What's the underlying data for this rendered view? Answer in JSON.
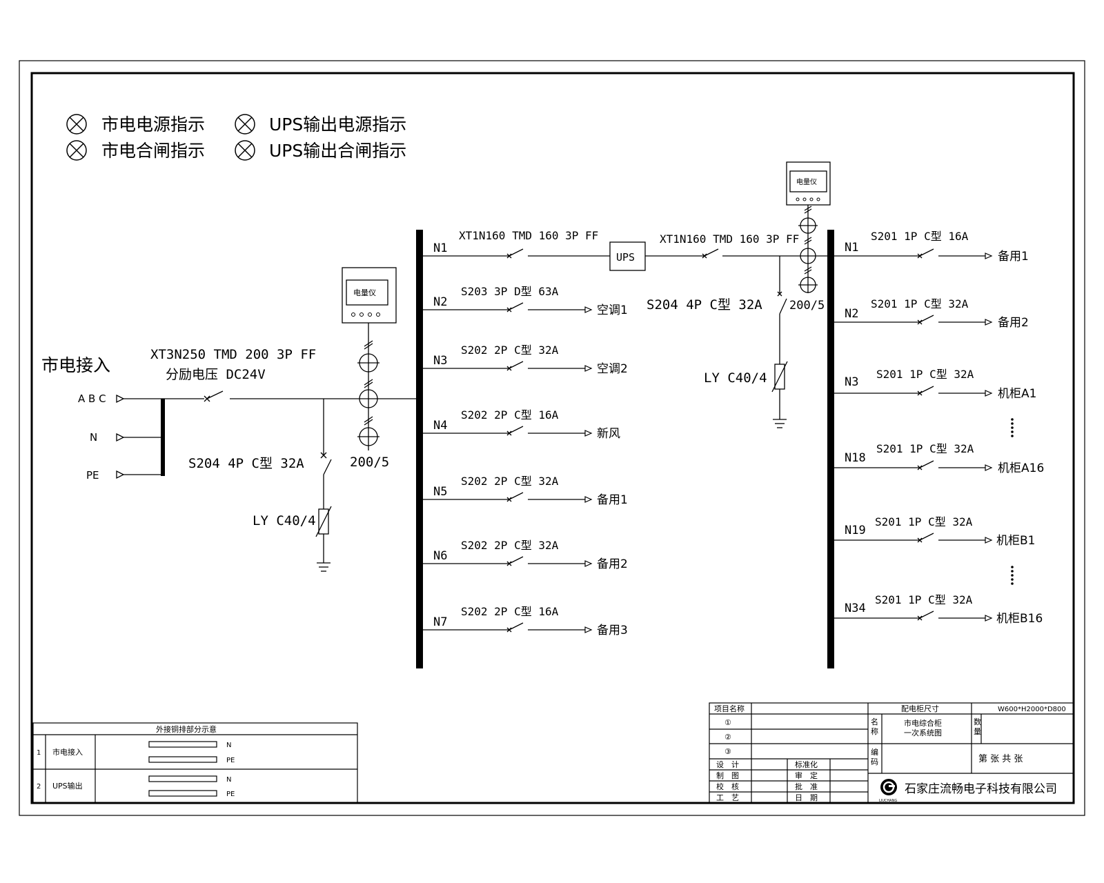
{
  "legend": {
    "items": [
      "市电电源指示",
      "UPS输出电源指示",
      "市电合闸指示",
      "UPS输出合闸指示"
    ]
  },
  "incoming": {
    "title": "市电接入",
    "phase_labels": [
      "A B C",
      "N",
      "PE"
    ],
    "main_breaker": "XT3N250 TMD 200 3P FF",
    "shunt_trip": "分励电压 DC24V",
    "spd_breaker": "S204 4P C型 32A",
    "ct_ratio": "200/5",
    "spd": "LY C40/4",
    "meter": "电量仪"
  },
  "left_feeders": [
    {
      "id": "N1",
      "breaker": "XT1N160 TMD 160 3P FF",
      "load": ""
    },
    {
      "id": "N2",
      "breaker": "S203 3P D型 63A",
      "load": "空调1"
    },
    {
      "id": "N3",
      "breaker": "S202 2P C型 32A",
      "load": "空调2"
    },
    {
      "id": "N4",
      "breaker": "S202 2P C型 16A",
      "load": "新风"
    },
    {
      "id": "N5",
      "breaker": "S202 2P C型 32A",
      "load": "备用1"
    },
    {
      "id": "N6",
      "breaker": "S202 2P C型 32A",
      "load": "备用2"
    },
    {
      "id": "N7",
      "breaker": "S202 2P C型 16A",
      "load": "备用3"
    }
  ],
  "ups": {
    "label": "UPS",
    "output_breaker": "XT1N160 TMD 160 3P FF",
    "spd_breaker": "S204 4P C型 32A",
    "ct_ratio": "200/5",
    "spd": "LY C40/4",
    "meter": "电量仪"
  },
  "right_feeders": [
    {
      "id": "N1",
      "breaker": "S201 1P C型 16A",
      "load": "备用1"
    },
    {
      "id": "N2",
      "breaker": "S201 1P C型 32A",
      "load": "备用2"
    },
    {
      "id": "N3",
      "breaker": "S201 1P C型 32A",
      "load": "机柜A1"
    },
    {
      "id": "N18",
      "breaker": "S201 1P C型 32A",
      "load": "机柜A16"
    },
    {
      "id": "N19",
      "breaker": "S201 1P C型 32A",
      "load": "机柜B1"
    },
    {
      "id": "N34",
      "breaker": "S201 1P C型 32A",
      "load": "机柜B16"
    }
  ],
  "busbar_table": {
    "title": "外接铜排部分示意",
    "rows": [
      {
        "no": "1",
        "name": "市电接入",
        "bars": [
          "N",
          "PE"
        ]
      },
      {
        "no": "2",
        "name": "UPS输出",
        "bars": [
          "N",
          "PE"
        ]
      }
    ]
  },
  "title_block": {
    "project_label": "项目名称",
    "project_rows": [
      "①",
      "②",
      "③"
    ],
    "size_label": "配电柜尺寸",
    "size_value": "W600*H2000*D800",
    "name_label": "名称",
    "name_value_1": "市电综合柜",
    "name_value_2": "一次系统图",
    "qty_label": "数量",
    "code_label": "编码",
    "sheet_text": "第    张 共    张",
    "roles_left": [
      "设　计",
      "制　图",
      "校　核",
      "工　艺"
    ],
    "roles_right": [
      "标准化",
      "审　定",
      "批　准",
      "日　期"
    ],
    "company": "石家庄流畅电子科技有限公司",
    "logo_caption": "LIUCHANG"
  }
}
